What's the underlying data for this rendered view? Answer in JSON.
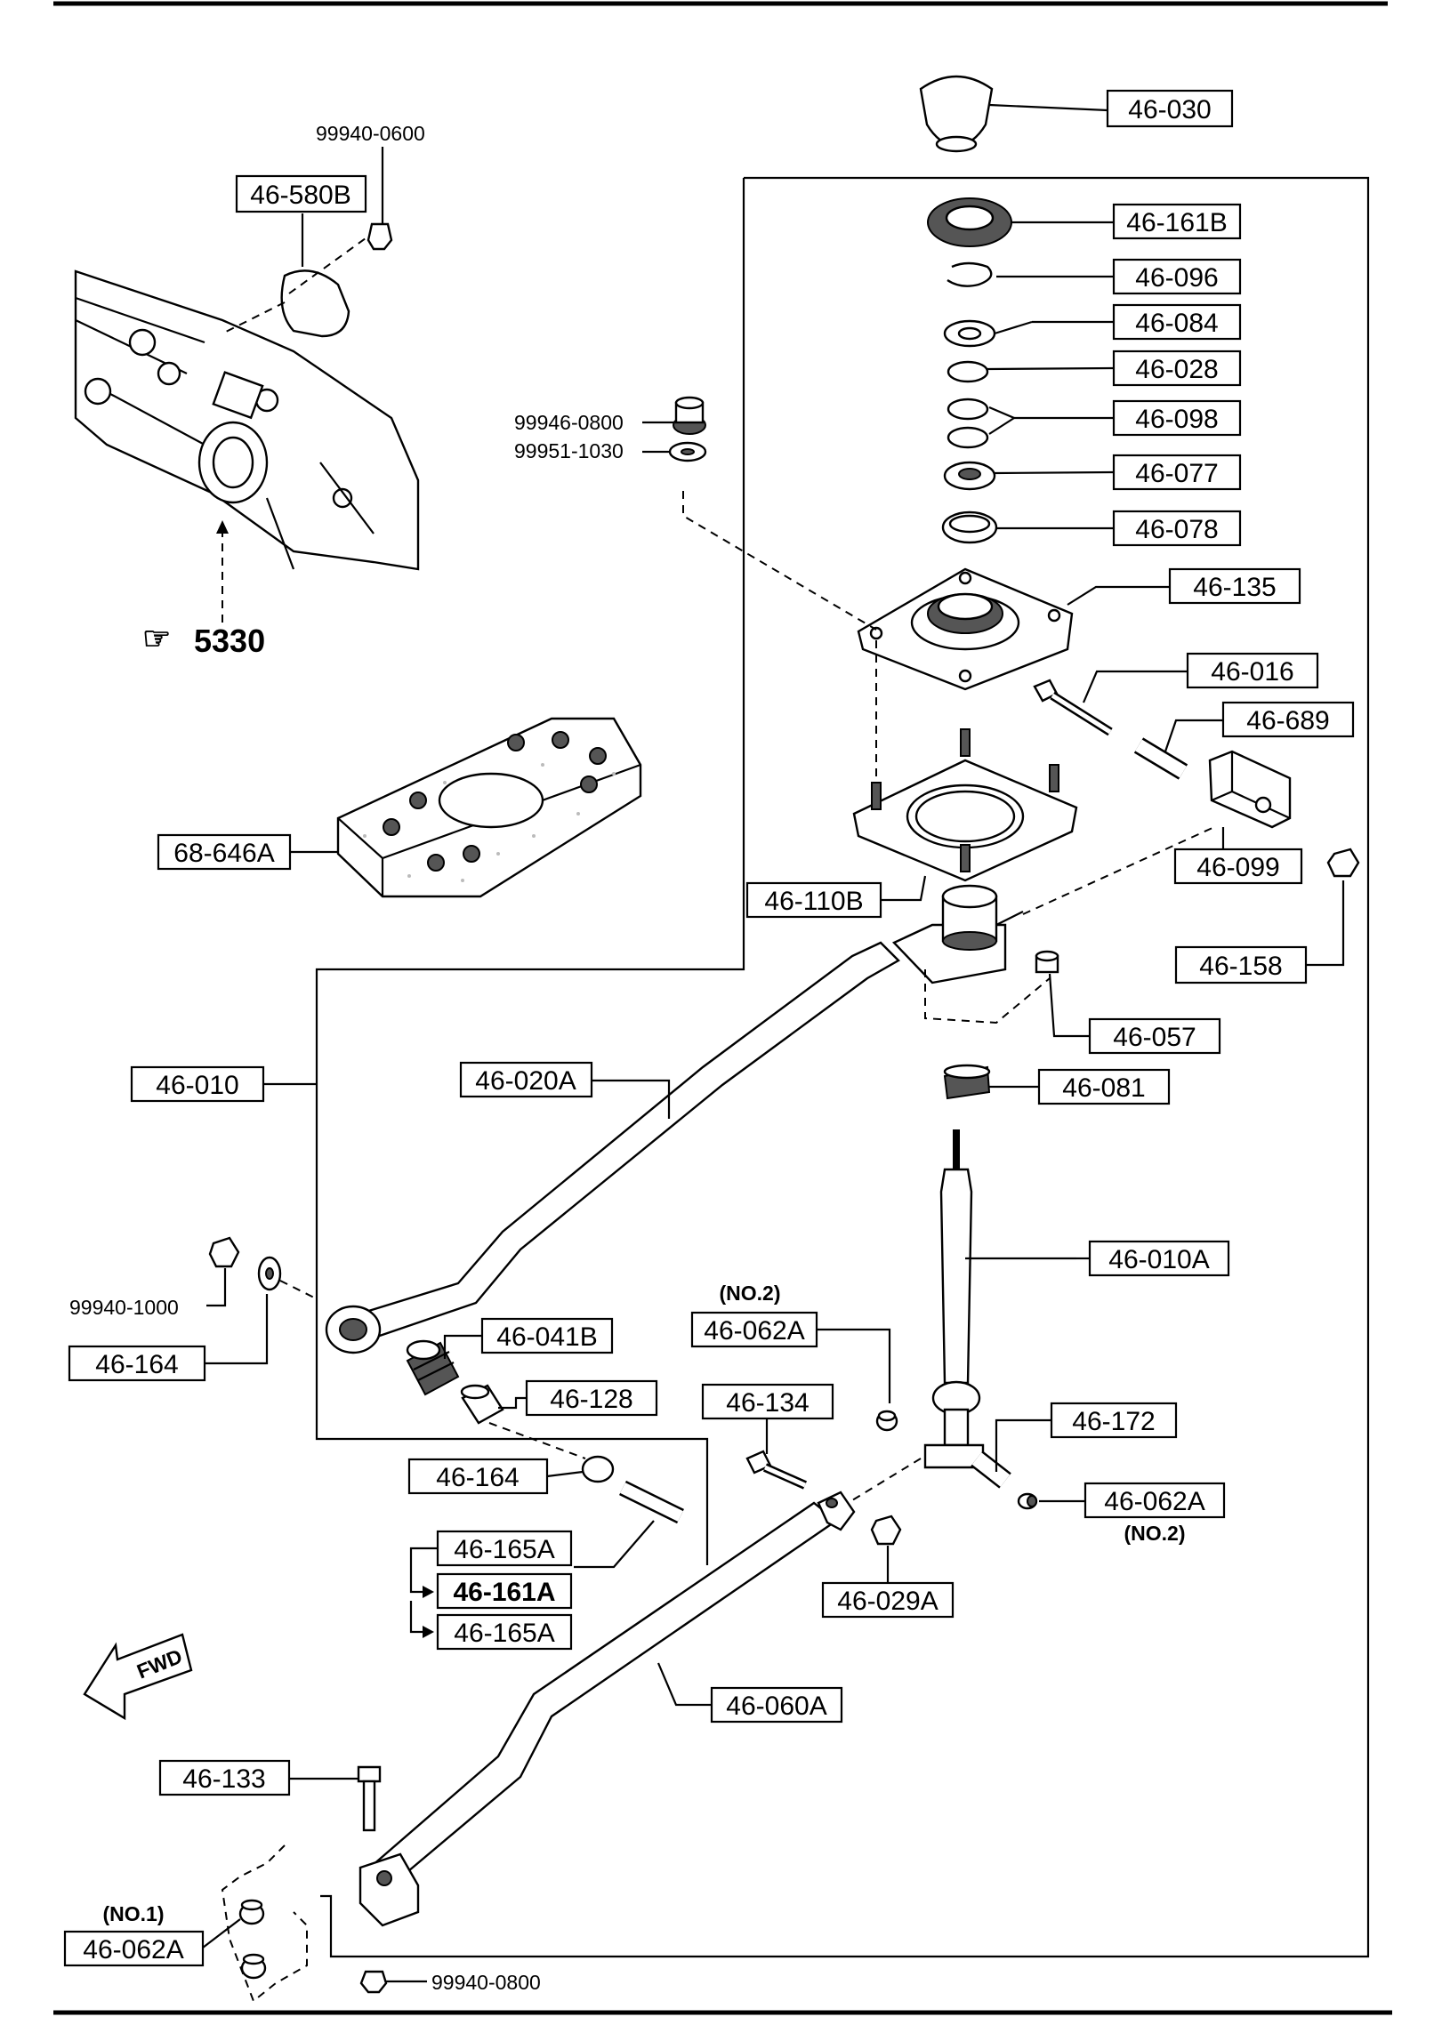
{
  "diagram": {
    "parts": {
      "p46_030": "46-030",
      "p46_161B": "46-161B",
      "p46_096": "46-096",
      "p46_084": "46-084",
      "p46_028": "46-028",
      "p46_098": "46-098",
      "p46_077": "46-077",
      "p46_078": "46-078",
      "p46_135": "46-135",
      "p46_016": "46-016",
      "p46_689": "46-689",
      "p46_099": "46-099",
      "p46_158": "46-158",
      "p46_057": "46-057",
      "p46_081": "46-081",
      "p46_010A": "46-010A",
      "p46_172": "46-172",
      "p46_062A_right": "46-062A",
      "p46_029A": "46-029A",
      "p46_060A": "46-060A",
      "p46_134": "46-134",
      "p46_062A_mid": "46-062A",
      "p46_128": "46-128",
      "p46_041B": "46-041B",
      "p46_164_mid": "46-164",
      "p46_165A_top": "46-165A",
      "p46_161A": "46-161A",
      "p46_165A_bot": "46-165A",
      "p46_133": "46-133",
      "p46_062A_left": "46-062A",
      "p46_010": "46-010",
      "p46_020A": "46-020A",
      "p46_164_left": "46-164",
      "p68_646A": "68-646A",
      "p46_110B": "46-110B",
      "p46_580B": "46-580B"
    },
    "small_labels": {
      "s99940_0600": "99940-0600",
      "s99946_0800": "99946-0800",
      "s99951_1030": "99951-1030",
      "s99940_1000": "99940-1000",
      "s99940_0800": "99940-0800"
    },
    "notes": {
      "no2_mid": "(NO.2)",
      "no2_right": "(NO.2)",
      "no1_left": "(NO.1)"
    },
    "reference": {
      "symbol": "☞",
      "number": "5330"
    },
    "fwd": "FWD"
  }
}
